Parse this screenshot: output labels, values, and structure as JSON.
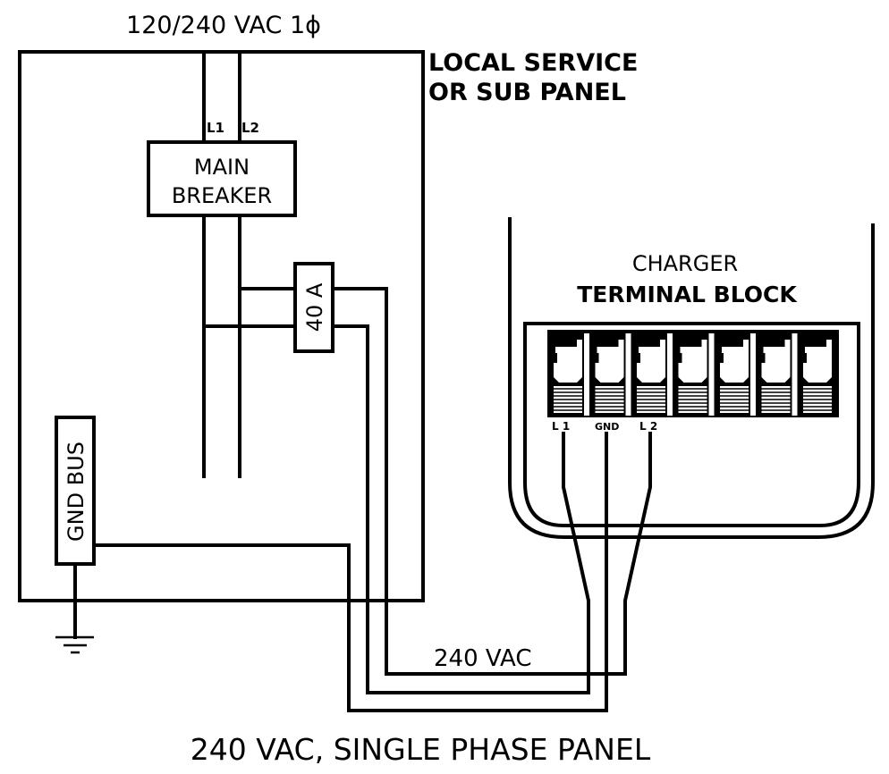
{
  "diagram": {
    "title": "240 VAC, SINGLE PHASE PANEL",
    "supply_label": "120/240 VAC 1ϕ",
    "panel": {
      "label_line1": "LOCAL SERVICE",
      "label_line2": "OR SUB PANEL",
      "line1_label": "L1",
      "line2_label": "L2",
      "main_breaker_line1": "MAIN",
      "main_breaker_line2": "BREAKER",
      "branch_breaker": "40 A",
      "ground_bus": "GND BUS"
    },
    "charger": {
      "label": "CHARGER",
      "terminal_block_label": "TERMINAL BLOCK",
      "terminal_count": 7,
      "terminal_labels": [
        "L 1",
        "GND",
        "L 2"
      ]
    },
    "cable_label": "240 VAC"
  }
}
